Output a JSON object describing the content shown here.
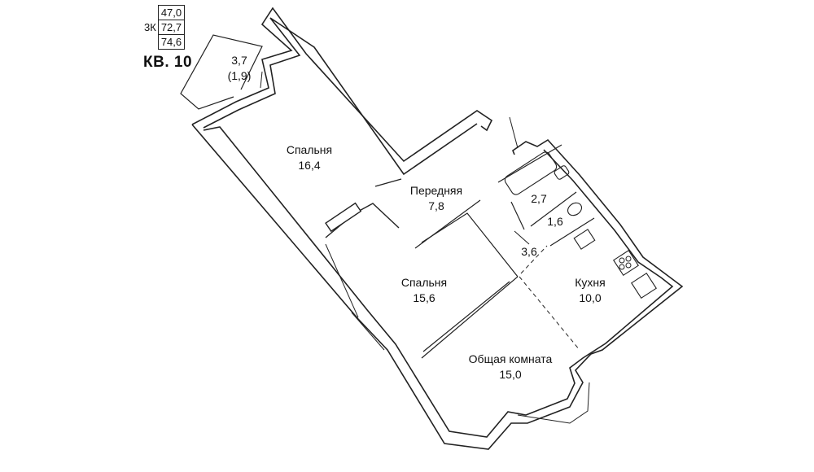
{
  "apartment": {
    "label": "КВ. 10",
    "type": "3К",
    "areas": [
      "47,0",
      "72,7",
      "74,6"
    ]
  },
  "rooms": [
    {
      "id": "balcony",
      "area": "3,7",
      "sub": "(1,9)"
    },
    {
      "id": "bedroom-1",
      "name": "Спальня",
      "area": "16,4"
    },
    {
      "id": "hallway",
      "name": "Передняя",
      "area": "7,8"
    },
    {
      "id": "bathroom",
      "area": "2,7"
    },
    {
      "id": "toilet",
      "area": "1,6"
    },
    {
      "id": "corridor",
      "area": "3,6"
    },
    {
      "id": "bedroom-2",
      "name": "Спальня",
      "area": "15,6"
    },
    {
      "id": "kitchen",
      "name": "Кухня",
      "area": "10,0"
    },
    {
      "id": "living-room",
      "name": "Общая комната",
      "area": "15,0"
    }
  ]
}
